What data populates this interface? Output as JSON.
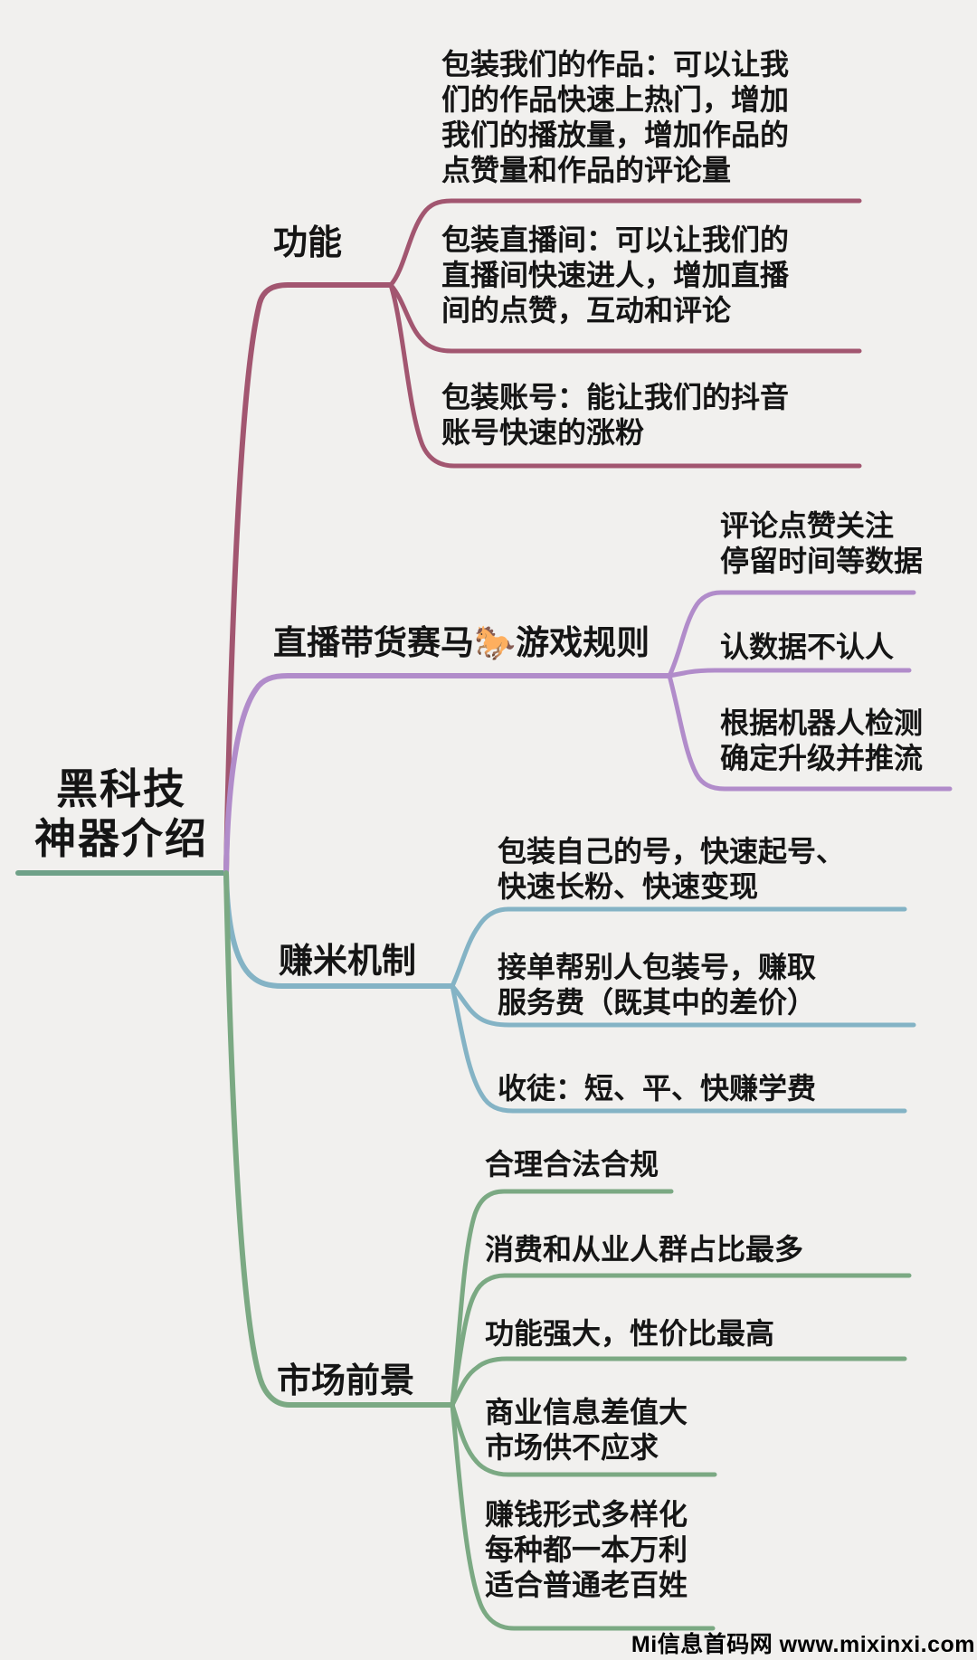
{
  "root": {
    "label": "黑科技\n神器介绍"
  },
  "branches": [
    {
      "label": "功能",
      "color": "#a25670",
      "children": [
        "包装我们的作品：可以让我\n们的作品快速上热门，增加\n我们的播放量，增加作品的\n点赞量和作品的评论量",
        "包装直播间：可以让我们的\n直播间快速进人，增加直播\n间的点赞，互动和评论",
        "包装账号：能让我们的抖音\n账号快速的涨粉"
      ]
    },
    {
      "label": "直播带货赛马🐎游戏规则",
      "color": "#b18cca",
      "children": [
        "评论点赞关注\n停留时间等数据",
        "认数据不认人",
        "根据机器人检测\n确定升级并推流"
      ]
    },
    {
      "label": "赚米机制",
      "color": "#84b3c5",
      "children": [
        "包装自己的号，快速起号、\n快速长粉、快速变现",
        "接单帮别人包装号，赚取\n服务费（既其中的差价）",
        "收徒：短、平、快赚学费"
      ]
    },
    {
      "label": "市场前景",
      "color": "#7ba983",
      "children": [
        "合理合法合规",
        "消费和从业人群占比最多",
        "功能强大，性价比最高",
        "商业信息差值大\n市场供不应求",
        "赚钱形式多样化\n每种都一本万利\n适合普通老百姓"
      ]
    }
  ],
  "watermark": "Mi信息首码网 www.mixinxi.com",
  "colors": {
    "background": "#f1f0ee",
    "text": "#151515",
    "root_underline": "#6fa188",
    "branch_functions": "#a25670",
    "branch_rules": "#b18cca",
    "branch_earning": "#84b3c5",
    "branch_market": "#7ba983"
  }
}
